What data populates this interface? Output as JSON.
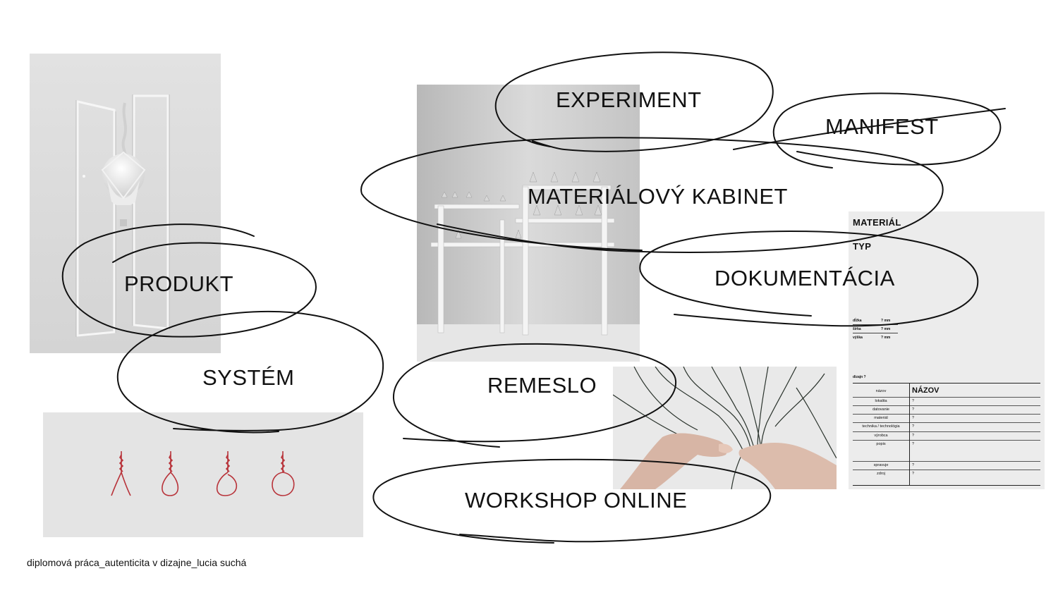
{
  "keywords": {
    "experiment": "EXPERIMENT",
    "manifest": "MANIFEST",
    "cabinet": "MATERIÁLOVÝ KABINET",
    "product": "PRODUKT",
    "documentation": "DOKUMENTÁCIA",
    "system": "SYSTÉM",
    "craft": "REMESLO",
    "workshop": "WORKSHOP ONLINE"
  },
  "doc_card": {
    "material_label": "MATERIÁL",
    "type_label": "TYP",
    "dimensions": [
      {
        "label": "dĺžka",
        "unit": "? mm"
      },
      {
        "label": "šírka",
        "unit": "? mm"
      },
      {
        "label": "výška",
        "unit": "? mm"
      }
    ],
    "design_label": "dizajn ?",
    "rows": [
      {
        "key": "názov",
        "value": "NÁZOV"
      },
      {
        "key": "lokalita",
        "value": "?"
      },
      {
        "key": "datovanie",
        "value": "?"
      },
      {
        "key": "materiál",
        "value": "?"
      },
      {
        "key": "technika / technológia",
        "value": "?"
      },
      {
        "key": "výrobca",
        "value": "?"
      },
      {
        "key": "popis",
        "value": "?"
      },
      {
        "key": "spravuje",
        "value": "?"
      },
      {
        "key": "zdroj",
        "value": "?"
      }
    ]
  },
  "footer": {
    "caption": "diplomová práca_autenticita v dizajne_lucia suchá"
  },
  "colors": {
    "ink": "#111111",
    "wire_red": "#b8333a",
    "wire_dark": "#2a332c"
  }
}
